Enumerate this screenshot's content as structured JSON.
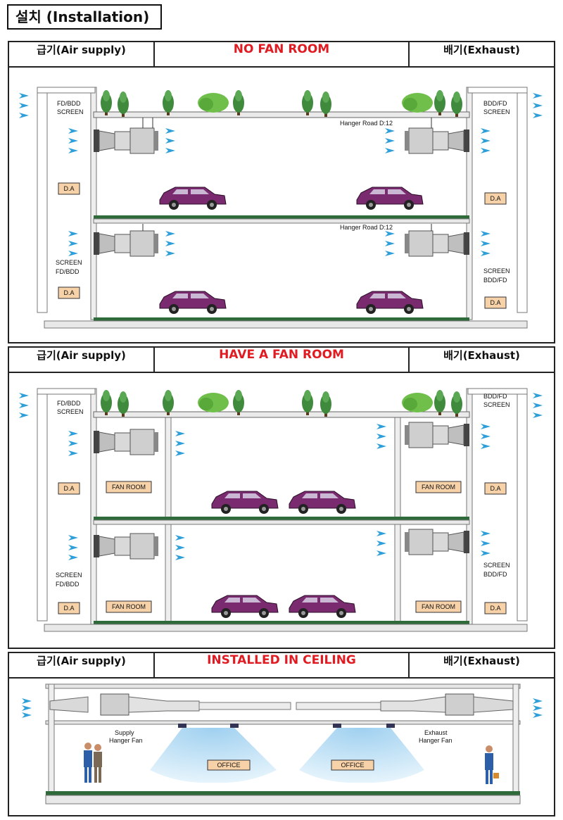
{
  "title": "설치 (Installation)",
  "colors": {
    "accent_red": "#e01b22",
    "arrow_blue": "#2e9fd8",
    "beam_green": "#2f6b3a",
    "car_purple": "#7a2a6e",
    "label_box": "#f7d2a8"
  },
  "panels": [
    {
      "heading": "NO FAN ROOM",
      "left_header": "급기(Air supply)",
      "right_header": "배기(Exhaust)",
      "labels": {
        "fd_bdd_top": "FD/BDD",
        "screen_top": "SCREEN",
        "bdd_fd_top": "BDD/FD",
        "screen_top_r": "SCREEN",
        "hanger_top": "Hanger Road D:12",
        "hanger_mid": "Hanger Road D:12",
        "screen_bot": "SCREEN",
        "fd_bdd_bot": "FD/BDD",
        "screen_bot_r": "SCREEN",
        "bdd_fd_bot": "BDD/FD",
        "da": "D.A"
      }
    },
    {
      "heading": "HAVE A FAN ROOM",
      "left_header": "급기(Air supply)",
      "right_header": "배기(Exhaust)",
      "labels": {
        "fd_bdd_top": "FD/BDD",
        "screen_top": "SCREEN",
        "bdd_fd_top": "BDD/FD",
        "screen_top_r": "SCREEN",
        "screen_bot": "SCREEN",
        "fd_bdd_bot": "FD/BDD",
        "screen_bot_r": "SCREEN",
        "bdd_fd_bot": "BDD/FD",
        "fan_room": "FAN ROOM",
        "da": "D.A"
      }
    },
    {
      "heading": "INSTALLED IN CEILING",
      "left_header": "급기(Air supply)",
      "right_header": "배기(Exhaust)",
      "labels": {
        "supply_1": "Supply",
        "supply_2": "Hanger Fan",
        "exhaust_1": "Exhaust",
        "exhaust_2": "Hanger Fan",
        "office": "OFFICE"
      }
    }
  ]
}
